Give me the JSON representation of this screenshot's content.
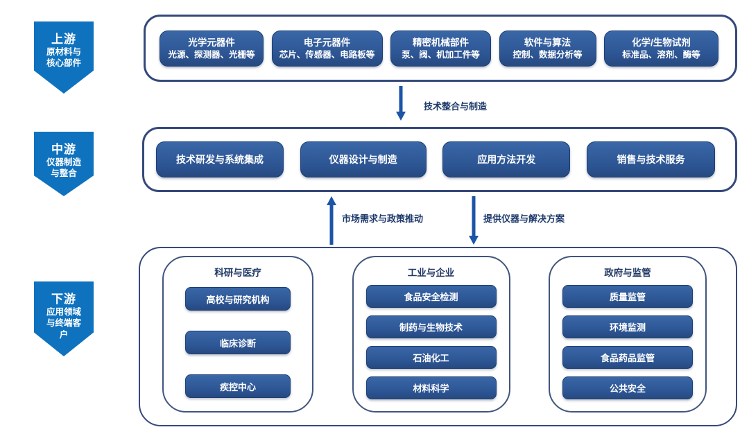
{
  "colors": {
    "stage_blue": "#0f72be",
    "box_blue": "#2e5b9e",
    "container_border": "#35497a",
    "arrow_blue": "#1c55a6",
    "flow_label_navy": "#1e3a6b"
  },
  "stages": [
    {
      "label": "上游",
      "lines": [
        "原材料与",
        "核心部件"
      ]
    },
    {
      "label": "中游",
      "lines": [
        "仪器制造",
        "与整合"
      ]
    },
    {
      "label": "下游",
      "lines": [
        "应用领域",
        "与终端客",
        "户"
      ]
    }
  ],
  "upstream": [
    {
      "title": "光学元器件",
      "subtitle": "光源、探测器、光栅等"
    },
    {
      "title": "电子元器件",
      "subtitle": "芯片、传感器、电路板等"
    },
    {
      "title": "精密机械部件",
      "subtitle": "泵、阀、机加工件等"
    },
    {
      "title": "软件与算法",
      "subtitle": "控制、数据分析等"
    },
    {
      "title": "化学/生物试剂",
      "subtitle": "标准品、溶剂、酶等"
    }
  ],
  "midstream": [
    "技术研发与系统集成",
    "仪器设计与制造",
    "应用方法开发",
    "销售与技术服务"
  ],
  "flows": {
    "top_to_mid": "技术整合与制造",
    "demand": "市场需求与政策推动",
    "supply": "提供仪器与解决方案"
  },
  "groups": [
    {
      "title": "科研与医疗",
      "items": [
        "高校与研究机构",
        "临床诊断",
        "疾控中心"
      ]
    },
    {
      "title": "工业与企业",
      "items": [
        "食品安全检测",
        "制药与生物技术",
        "石油化工",
        "材料科学"
      ]
    },
    {
      "title": "政府与监管",
      "items": [
        "质量监管",
        "环境监测",
        "食品药品监管",
        "公共安全"
      ]
    }
  ]
}
